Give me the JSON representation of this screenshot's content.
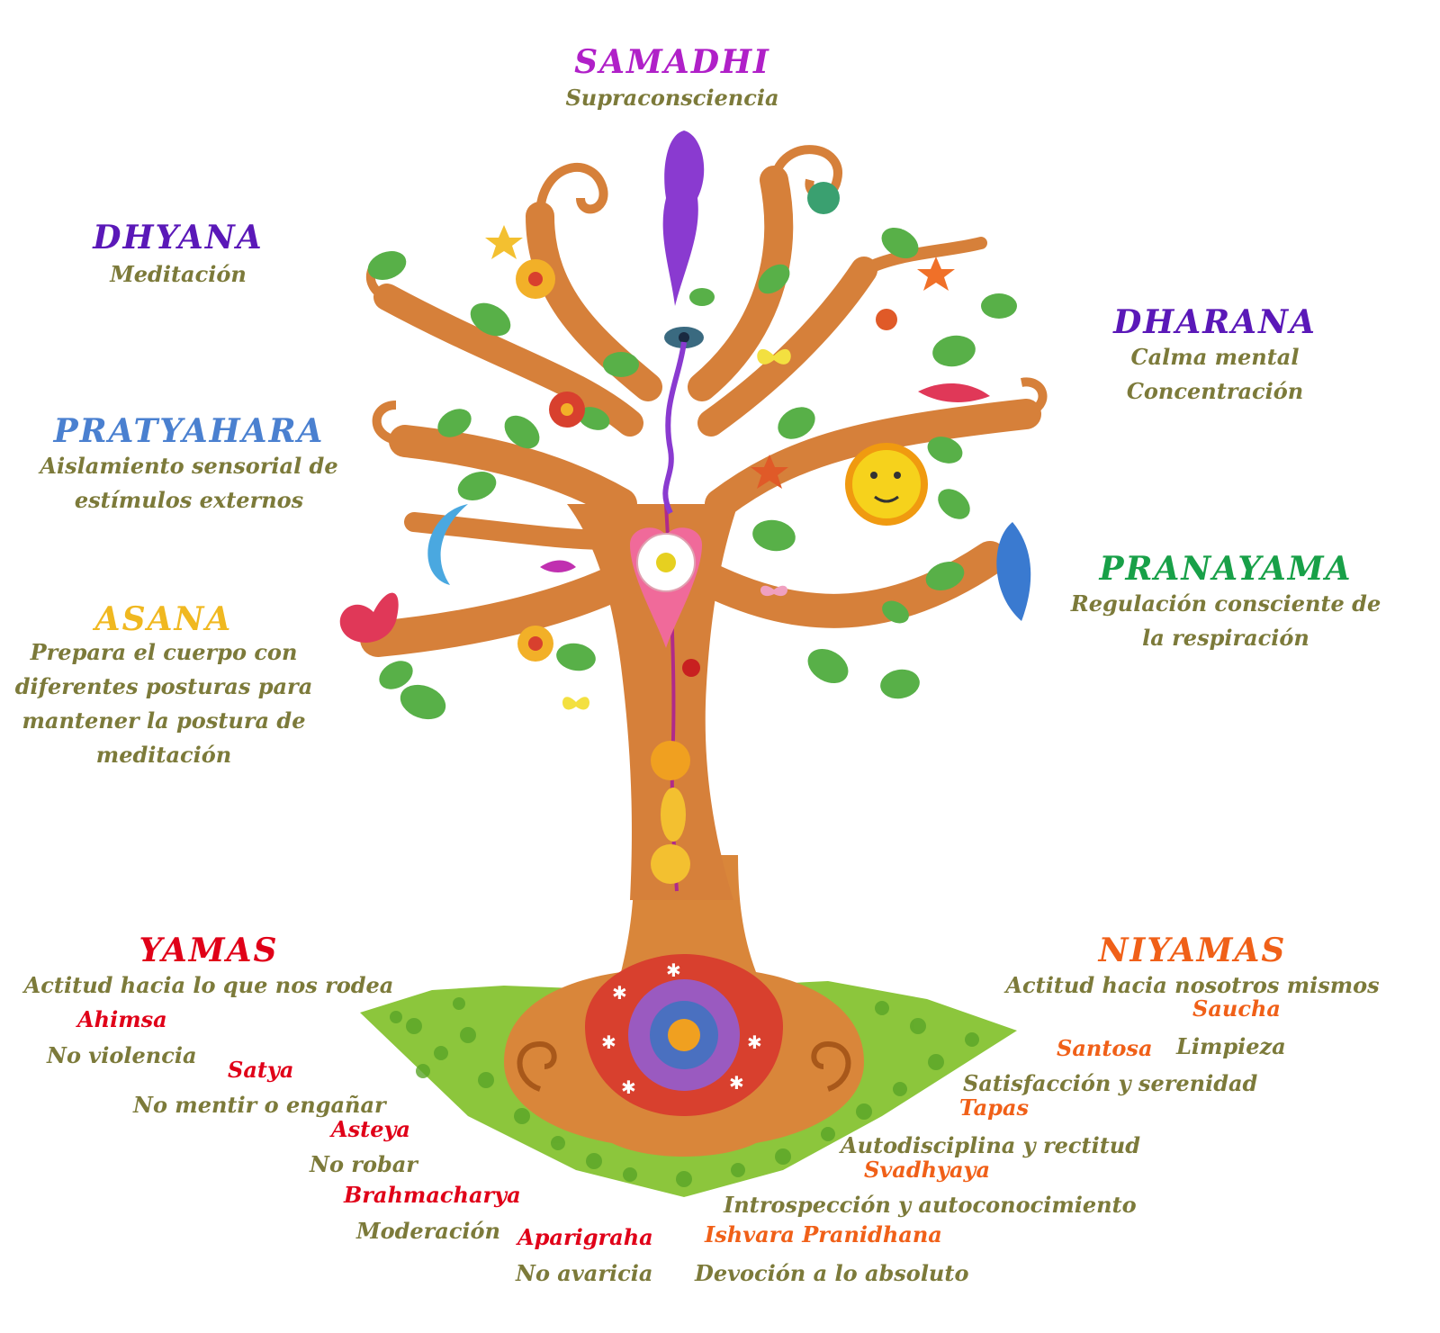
{
  "colors": {
    "samadhi": "#b020c8",
    "dhyana": "#5a18b8",
    "dharana": "#5a18b8",
    "pratyahara": "#4a80d0",
    "pranayama": "#18a048",
    "asana": "#f0b820",
    "yamas": "#e00018",
    "niyamas": "#f06018",
    "description": "#7c7a3a",
    "trunk": "#d07a30",
    "leaf": "#58b048"
  },
  "samadhi": {
    "title": "SAMADHI",
    "desc": "Supraconsciencia"
  },
  "dhyana": {
    "title": "DHYANA",
    "desc": "Meditación"
  },
  "dharana": {
    "title": "DHARANA",
    "desc_lines": [
      "Calma mental",
      "Concentración"
    ]
  },
  "pratyahara": {
    "title": "PRATYAHARA",
    "desc_lines": [
      "Aislamiento sensorial de",
      "estímulos externos"
    ]
  },
  "pranayama": {
    "title": "PRANAYAMA",
    "desc_lines": [
      "Regulación consciente de",
      "la respiración"
    ]
  },
  "asana": {
    "title": "ASANA",
    "desc_lines": [
      "Prepara el cuerpo con",
      "diferentes posturas para",
      "mantener la postura de",
      "meditación"
    ]
  },
  "yamas": {
    "title": "YAMAS",
    "desc": "Actitud hacia lo que nos rodea",
    "items": [
      {
        "term": "Ahimsa",
        "meaning": "No violencia"
      },
      {
        "term": "Satya",
        "meaning": "No mentir o engañar"
      },
      {
        "term": "Asteya",
        "meaning": "No robar"
      },
      {
        "term": "Brahmacharya",
        "meaning": "Moderación"
      },
      {
        "term": "Aparigraha",
        "meaning": "No avaricia"
      }
    ]
  },
  "niyamas": {
    "title": "NIYAMAS",
    "desc": "Actitud hacia nosotros mismos",
    "items": [
      {
        "term": "Saucha",
        "meaning": "Limpieza"
      },
      {
        "term": "Santosa",
        "meaning": "Satisfacción y serenidad"
      },
      {
        "term": "Tapas",
        "meaning": "Autodisciplina y rectitud"
      },
      {
        "term": "Svadhyaya",
        "meaning": "Introspección y autoconocimiento"
      },
      {
        "term": "Ishvara Pranidhana",
        "meaning": "Devoción a lo absoluto"
      }
    ]
  }
}
